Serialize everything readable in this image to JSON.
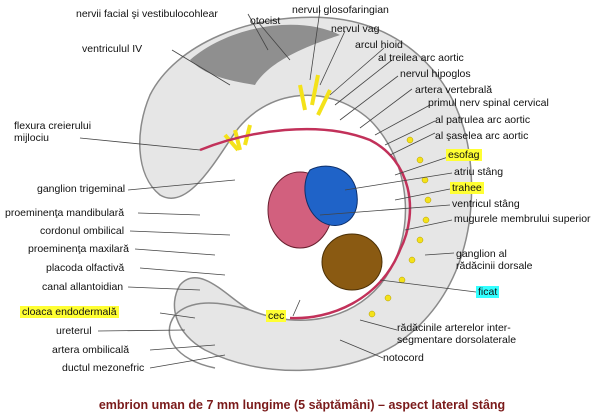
{
  "caption": "embrion uman de 7 mm lungime (5 săptămâni) – aspect lateral stâng",
  "labels": {
    "nervii_facial": "nervii facial şi vestibulocohlear",
    "otocist": "otocist",
    "glosofaringian": "nervul glosofaringian",
    "vag": "nervul vag",
    "arcul_hioid": "arcul hioid",
    "al_treilea_arc": "al treilea arc aortic",
    "hipoglos": "nervul hipoglos",
    "ventriculul_iv": "ventriculul IV",
    "artera_vertebrala": "artera vertebrală",
    "primul_nerv": "primul nerv spinal cervical",
    "flexura": "flexura creierului\nmijlociu",
    "al_patrulea_arc": "al patrulea arc aortic",
    "al_saselea_arc": "al şaselea arc aortic",
    "esofag": "esofag",
    "atriu": "atriu stâng",
    "ganglion_trigeminal": "ganglion trigeminal",
    "trahee": "trahee",
    "ventricul_stang": "ventricul stâng",
    "proeminenta_mandibulara": "proeminenţa mandibulară",
    "mugurele": "mugurele membrului superior",
    "cordonul": "cordonul ombilical",
    "proeminenta_maxilara": "proeminenţa maxilară",
    "ganglion_al": "ganglion al\nrădăcinii dorsale",
    "placoda": "placoda olfactivă",
    "canal": "canal allantoidian",
    "ficat": "ficat",
    "cloaca": "cloaca endodermală",
    "cec": "cec",
    "ureterul": "ureterul",
    "radacinile": "rădăcinile arterelor inter-\nsegmentare dorsolaterale",
    "artera_ombilicala": "artera ombilicală",
    "notocord": "notocord",
    "ductul": "ductul mezonefric"
  },
  "colors": {
    "heart_pink": "#d2607e",
    "atrium_blue": "#1f63c8",
    "liver_brown": "#8a5a12",
    "nerve_yellow": "#f4e21a",
    "vessel_red": "#c2315a",
    "highlight_yellow": "#ffff33",
    "highlight_cyan": "#33ffff",
    "caption": "#7a1a1a"
  }
}
